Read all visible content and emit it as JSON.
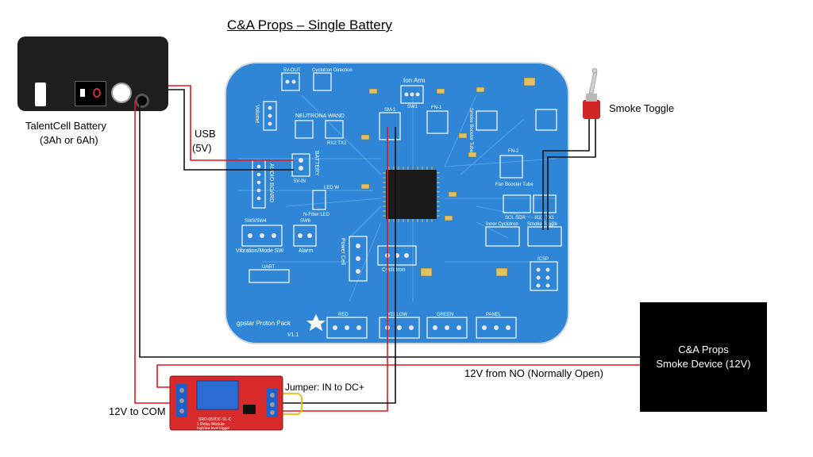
{
  "title": "C&A Props – Single Battery",
  "battery": {
    "name": "TalentCell Battery",
    "capacity": "(3Ah or 6Ah)"
  },
  "usb": {
    "line1": "USB",
    "line2": "(5V)"
  },
  "smoke_toggle": "Smoke Toggle",
  "smoke_device": {
    "line1": "C&A Props",
    "line2": "Smoke Device (12V)"
  },
  "no_label": "12V from NO (Normally Open)",
  "com_label": "12V to COM",
  "jumper_label": "Jumper: IN to DC+",
  "pcb": {
    "board_name": "gpstar Proton Pack",
    "version": "V1.1",
    "labels": {
      "five_v_out": "5V-OUT",
      "cyclotron_direction": "Cyclotron Direction",
      "ion_arm": "Ion Arm",
      "sw1": "SW1",
      "volume": "Volume",
      "neutrona_wand": "NEUTRONA WAND",
      "rx2_tx2": "RX2 TX2",
      "sm1": "SM-1",
      "fn1": "FN-1",
      "smoke_booster_tube": "Smoke Booster Tube",
      "battery": "BATTERY",
      "five_v_in": "5V-IN",
      "audio_board": "AUDIO BOARD",
      "led_w": "LED W",
      "n_filter_led": "N-Filter LED",
      "fn2": "FN-2",
      "fan_booster_tube": "Fan Booster Tube",
      "scl_sda": "SCL  SDA",
      "rx1_tx1": "RX1 TX1",
      "sw3_sw4": "SW3/SW4",
      "sw6": "SW6",
      "vibration_mode_sw": "Vibration/Mode SW",
      "alarm": "Alarm",
      "inner_cyclotron": "Inner Cyclotron",
      "smoke_toggle_pcb": "Smoke Toggle",
      "power_cell": "Power Cell",
      "cyclotron": "Cyclotron",
      "uart": "UART",
      "icsp": "ICSP",
      "red": "RED",
      "yellow": "YELLOW",
      "green": "GREEN",
      "panel": "PANEL"
    }
  },
  "relay": {
    "line1": "1 Relay  Module",
    "line2": "high/low level trigger",
    "part": "SRD-05VDC-SL-C"
  },
  "colors": {
    "pcb_blue": "#2f86d6",
    "wire_red": "#e0161e",
    "wire_black": "#111111",
    "wire_yellow": "#f2b705",
    "relay_red": "#d82a2a",
    "relay_blue": "#1f5fc9"
  }
}
